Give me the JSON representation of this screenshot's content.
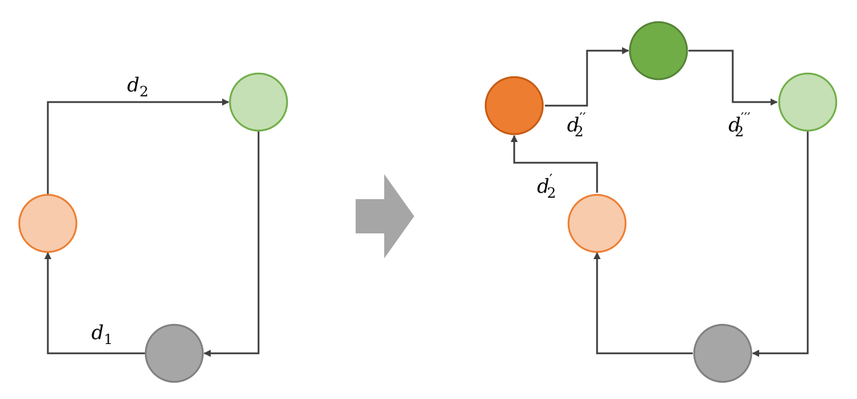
{
  "colors": {
    "edge": "#404040",
    "gray_node": {
      "fill": "#a6a6a6",
      "stroke": "#7f7f7f"
    },
    "light_orange_node": {
      "fill": "#f8cbad",
      "stroke": "#ed7d31"
    },
    "orange_node": {
      "fill": "#ed7d31",
      "stroke": "#c55a11"
    },
    "light_green_node": {
      "fill": "#c5e0b4",
      "stroke": "#70ad47"
    },
    "green_node": {
      "fill": "#70ad47",
      "stroke": "#548235"
    },
    "transform_arrow": "#a6a6a6"
  },
  "left_diagram": {
    "labels": {
      "d1": {
        "main": "d",
        "sub": "1",
        "primes": ""
      },
      "d2": {
        "main": "d",
        "sub": "2",
        "primes": ""
      }
    }
  },
  "right_diagram": {
    "labels": {
      "d2_prime": {
        "main": "d",
        "sub": "2",
        "primes": "′"
      },
      "d2_double_prime": {
        "main": "d",
        "sub": "2",
        "primes": "′′"
      },
      "d2_triple_prime": {
        "main": "d",
        "sub": "2",
        "primes": "′′′"
      }
    }
  },
  "transform_arrow_icon": "right-arrow-icon"
}
